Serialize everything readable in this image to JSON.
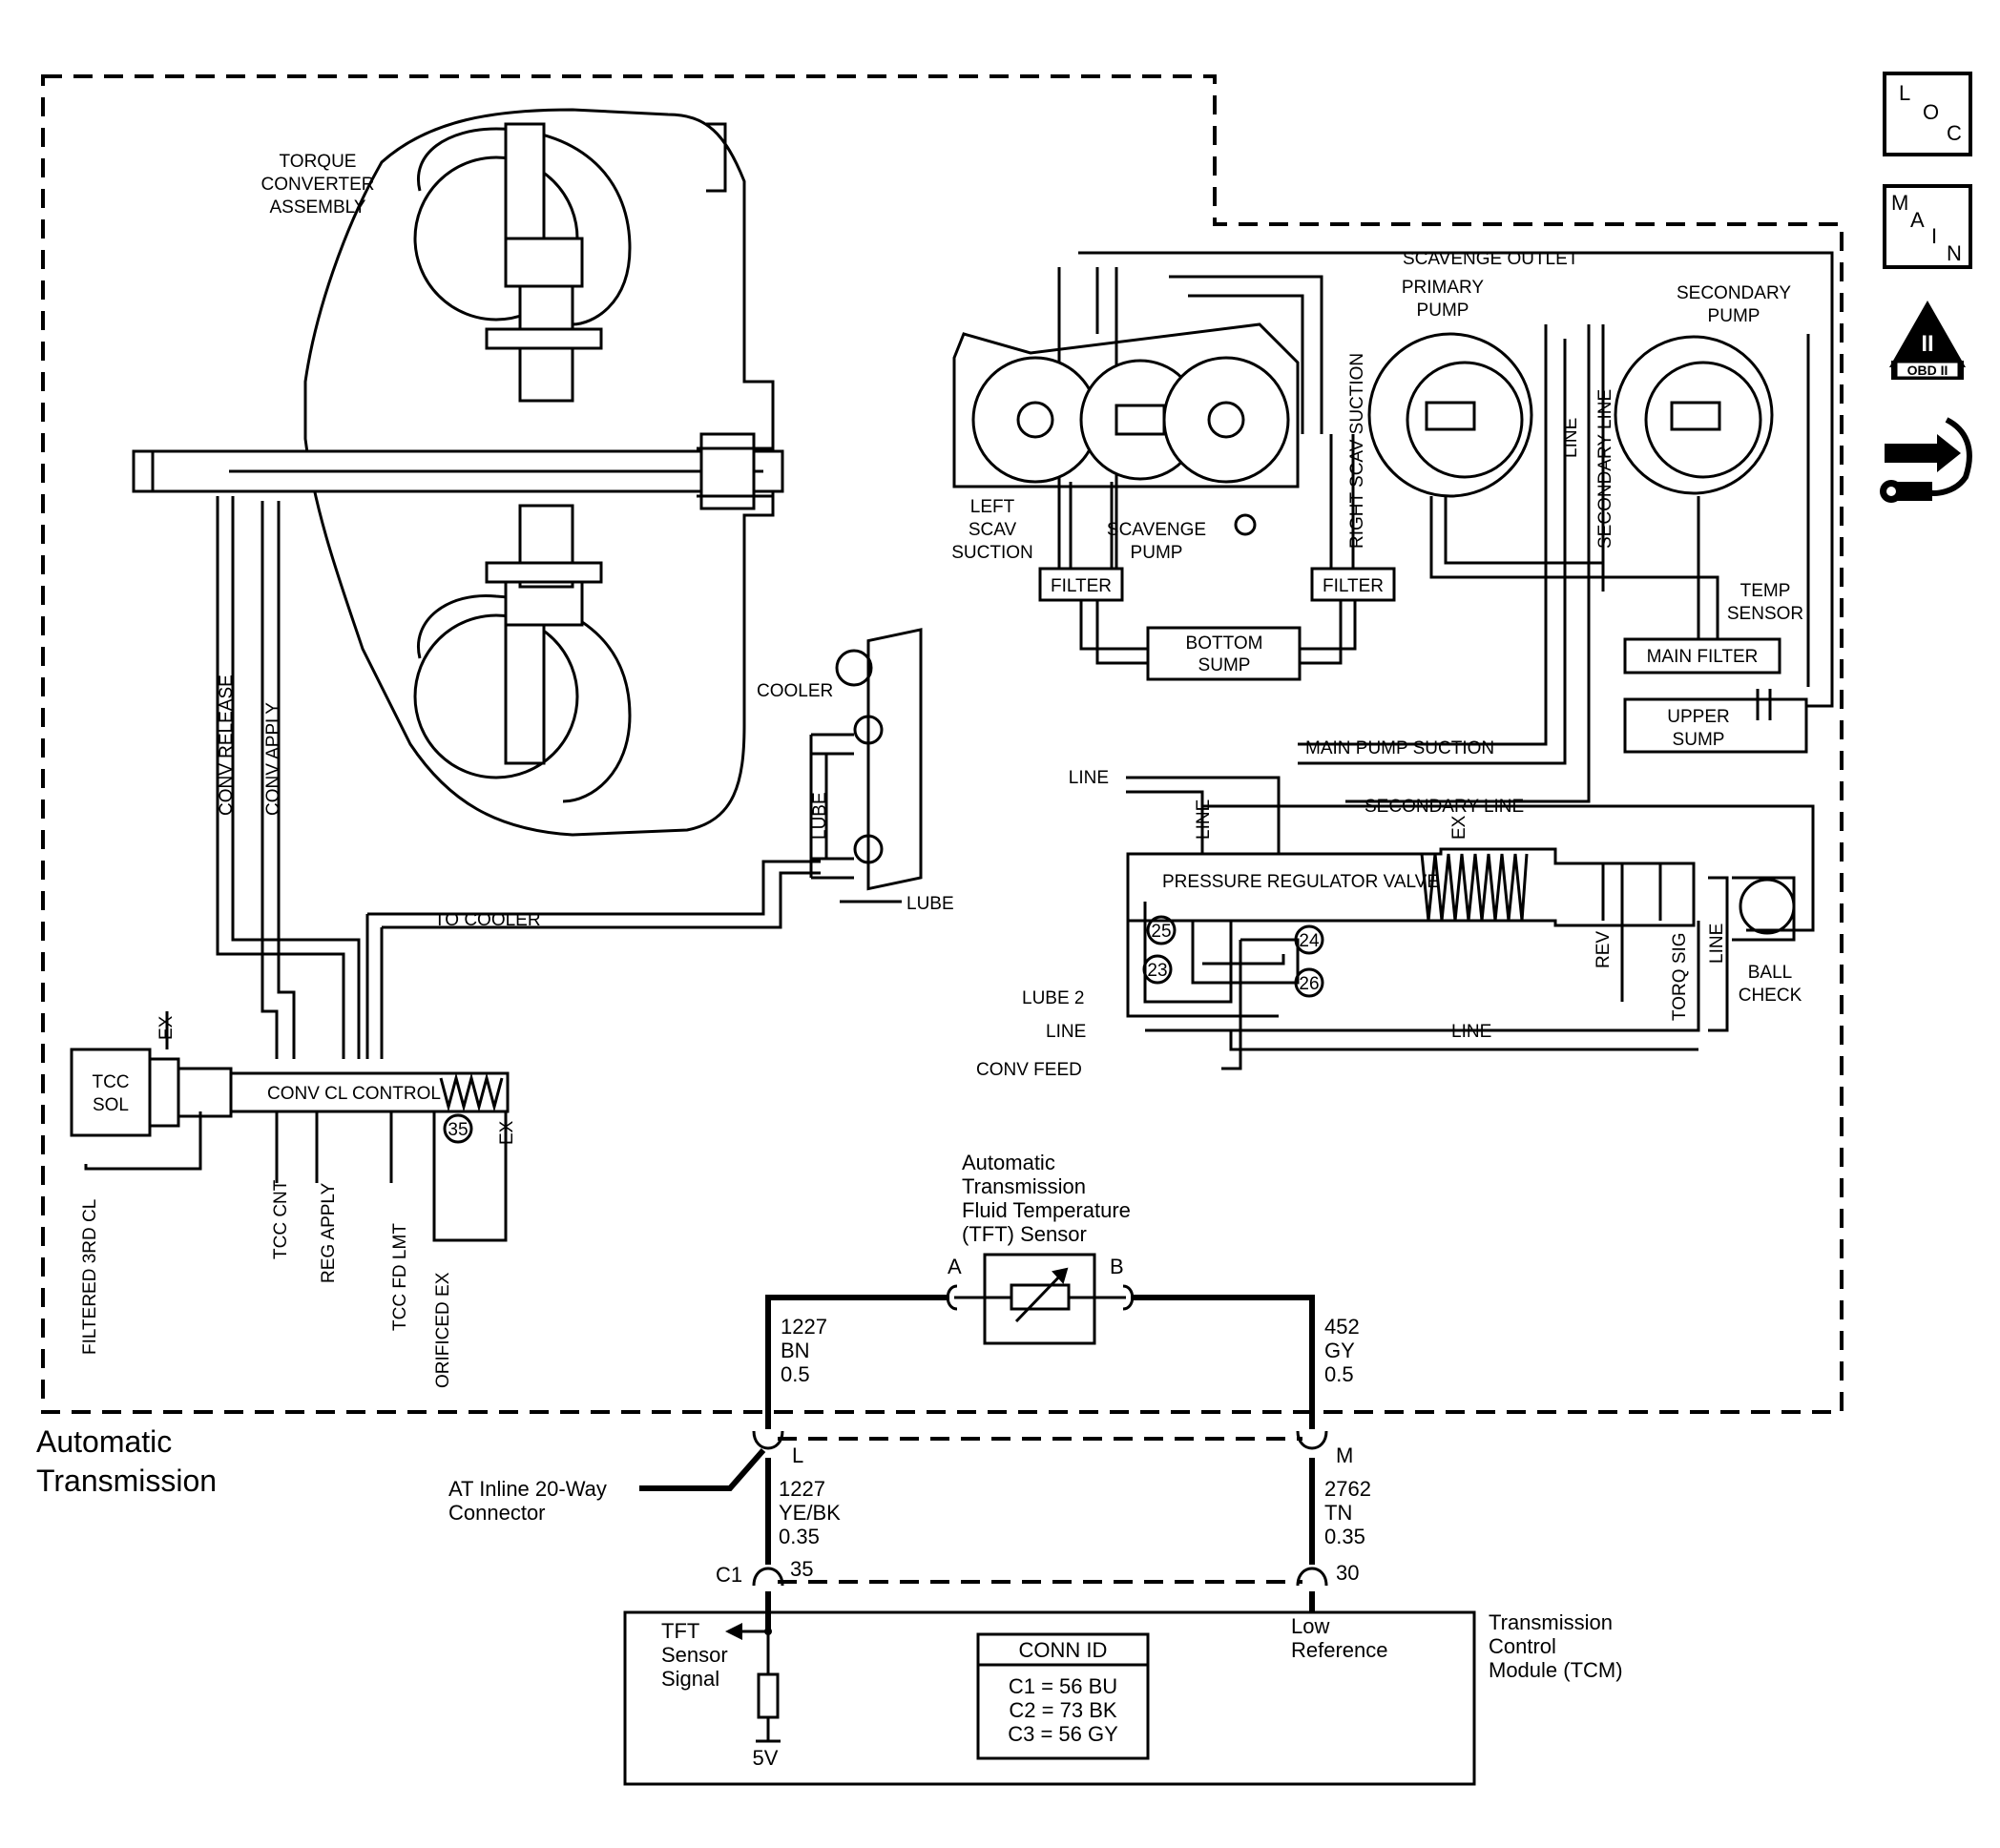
{
  "torque_converter": {
    "title_l1": "TORQUE",
    "title_l2": "CONVERTER",
    "title_l3": "ASSEMBLY",
    "conv_release": "CONV RELEASE",
    "conv_apply": "CONV APPLY",
    "to_cooler": "TO COOLER",
    "cooler": "COOLER",
    "lube_vertical": "LUBE",
    "lube_out": "LUBE"
  },
  "tcc": {
    "sol_l1": "TCC",
    "sol_l2": "SOL",
    "ex_top": "EX",
    "valve": "CONV CL CONTROL",
    "num_35": "35",
    "ex_right": "EX",
    "filtered_3rd_cl": "FILTERED 3RD CL",
    "tcc_cnt": "TCC CNT",
    "reg_apply": "REG APPLY",
    "tcc_fd_lmt": "TCC FD LMT",
    "orificed_ex": "ORIFICED EX"
  },
  "pumps": {
    "scavenge_outlet": "SCAVENGE OUTLET",
    "primary_l1": "PRIMARY",
    "primary_l2": "PUMP",
    "secondary_l1": "SECONDARY",
    "secondary_l2": "PUMP",
    "left_scav_l1": "LEFT",
    "left_scav_l2": "SCAV",
    "left_scav_l3": "SUCTION",
    "scavenge_pump_l1": "SCAVENGE",
    "scavenge_pump_l2": "PUMP",
    "right_scav_suction": "RIGHT SCAV SUCTION",
    "line_vertical": "LINE",
    "secondary_line_vertical": "SECONDARY LINE",
    "filter_left": "FILTER",
    "filter_right": "FILTER",
    "bottom_sump_l1": "BOTTOM",
    "bottom_sump_l2": "SUMP",
    "temp_sensor_l1": "TEMP",
    "temp_sensor_l2": "SENSOR",
    "main_filter": "MAIN FILTER",
    "upper_sump_l1": "UPPER",
    "upper_sump_l2": "SUMP"
  },
  "regulator": {
    "main_pump_suction": "MAIN PUMP SUCTION",
    "line_left": "LINE",
    "line_vert": "LINE",
    "secondary_line": "SECONDARY LINE",
    "ex": "EX",
    "valve": "PRESSURE REGULATOR VALVE",
    "n25": "25",
    "n24": "24",
    "n23": "23",
    "n26": "26",
    "lube2": "LUBE 2",
    "line_bottom_left": "LINE",
    "line_bottom_mid": "LINE",
    "conv_feed": "CONV FEED",
    "rev": "REV",
    "torq_sig": "TORQ SIG",
    "line_right": "LINE",
    "ball_check_l1": "BALL",
    "ball_check_l2": "CHECK"
  },
  "sensor": {
    "title_l1": "Automatic",
    "title_l2": "Transmission",
    "title_l3": "Fluid Temperature",
    "title_l4": "(TFT) Sensor",
    "pin_a": "A",
    "pin_b": "B"
  },
  "wires": {
    "w1_num": "1227",
    "w1_color": "BN",
    "w1_size": "0.5",
    "w2_num": "452",
    "w2_color": "GY",
    "w2_size": "0.5",
    "w3_num": "1227",
    "w3_color": "YE/BK",
    "w3_size": "0.35",
    "w4_num": "2762",
    "w4_color": "TN",
    "w4_size": "0.35"
  },
  "connector": {
    "label_l1": "AT Inline 20-Way",
    "label_l2": "Connector",
    "pin_l": "L",
    "pin_m": "M",
    "c1": "C1",
    "pin_35": "35",
    "pin_30": "30"
  },
  "section_label": {
    "l1": "Automatic",
    "l2": "Transmission"
  },
  "tcm": {
    "tft_l1": "TFT",
    "tft_l2": "Sensor",
    "tft_l3": "Signal",
    "v5": "5V",
    "low_ref_l1": "Low",
    "low_ref_l2": "Reference",
    "name_l1": "Transmission",
    "name_l2": "Control",
    "name_l3": "Module (TCM)",
    "conn_id_title": "CONN ID",
    "conn_c1": "C1 = 56 BU",
    "conn_c2": "C2 = 73 BK",
    "conn_c3": "C3 = 56 GY"
  },
  "side_icons": {
    "loc_l": "L",
    "loc_o": "O",
    "loc_c": "C",
    "main_m": "M",
    "main_a": "A",
    "main_i": "I",
    "main_n": "N",
    "obd_ii": "II",
    "obd_label": "OBD II",
    "icons": [
      "loc-icon",
      "main-icon",
      "obd-ii-icon",
      "hand-wrench-icon"
    ]
  }
}
